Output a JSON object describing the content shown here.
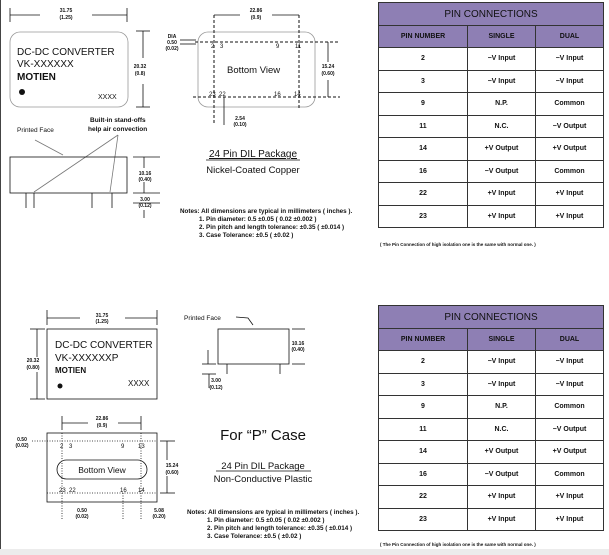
{
  "top": {
    "case_text": [
      "DC-DC CONVERTER",
      "VK-XXXXXX",
      "MOTIEN",
      "XXXX"
    ],
    "dims": {
      "w": "31.75",
      "w_in": "(1.25)",
      "h": "20.32",
      "h_in": "(0.8)",
      "dia_label": "DIA",
      "dia": "0.50",
      "dia_in": "(0.02)",
      "pitch_w": "22.86",
      "pitch_w_in": "(0.9)",
      "row": "15.24",
      "row_in": "(0.60)",
      "pin_pitch": "2.54",
      "pin_pitch_in": "(0.10)",
      "height": "10.16",
      "height_in": "(0.40)",
      "standoff": "3.00",
      "standoff_in": "(0.12)"
    },
    "printed_face": "Printed Face",
    "standoffs": [
      "Built-in stand-offs",
      "help air convection"
    ],
    "bottom_view": "Bottom View",
    "pins_top": [
      "2",
      "3",
      "9",
      "11"
    ],
    "pins_bottom": [
      "23",
      "22",
      "16",
      "14"
    ],
    "package": "24 Pin DIL Package",
    "material": "Nickel-Coated Copper",
    "notes": [
      "Notes: All dimensions are typical in millimeters ( inches ).",
      "1.  Pin diameter: 0.5 ±0.05 ( 0.02 ±0.002 )",
      "2.  Pin pitch and length tolerance:  ±0.35 ( ±0.014 )",
      "3.  Case Tolerance: ±0.5 ( ±0.02 )"
    ]
  },
  "bottom": {
    "case_text": [
      "DC-DC CONVERTER",
      "VK-XXXXXXP",
      "MOTIEN",
      "XXXX"
    ],
    "dims": {
      "w": "31.75",
      "w_in": "(1.25)",
      "h": "20.32",
      "h_in": "(0.80)",
      "height": "10.16",
      "height_in": "(0.40)",
      "standoff": "3.00",
      "standoff_in": "(0.12)",
      "pitch_w": "22.86",
      "pitch_w_in": "(0.9)",
      "offset": "0.50",
      "offset_in": "(0.02)",
      "row": "15.24",
      "row_in": "(0.60)",
      "pin_d": "0.50",
      "pin_d_in": "(0.02)",
      "end": "5.08",
      "end_in": "(0.20)"
    },
    "printed_face": "Printed Face",
    "bottom_view": "Bottom  View",
    "pins_top": [
      "2",
      "3",
      "9",
      "13"
    ],
    "pins_bottom": [
      "23",
      "22",
      "16",
      "14"
    ],
    "case_title": "For “P” Case",
    "package": "24 Pin DIL Package",
    "material": "Non-Conductive Plastic",
    "notes": [
      "Notes: All dimensions are typical in millimeters ( inches ).",
      "1.  Pin diameter: 0.5 ±0.05 ( 0.02 ±0.002 )",
      "2.  Pin pitch and length tolerance:  ±0.35 ( ±0.014 )",
      "3.  Case Tolerance: ±0.5 ( ±0.02 )"
    ]
  },
  "pin_table": {
    "title": "PIN CONNECTIONS",
    "headers": [
      "PIN NUMBER",
      "SINGLE",
      "DUAL"
    ],
    "rows": [
      [
        "2",
        "−V Input",
        "−V Input"
      ],
      [
        "3",
        "−V Input",
        "−V Input"
      ],
      [
        "9",
        "N.P.",
        "Common"
      ],
      [
        "11",
        "N.C.",
        "−V Output"
      ],
      [
        "14",
        "+V Output",
        "+V Output"
      ],
      [
        "16",
        "−V Output",
        "Common"
      ],
      [
        "22",
        "+V Input",
        "+V Input"
      ],
      [
        "23",
        "+V Input",
        "+V Input"
      ]
    ],
    "note": "( The Pin Connection of high isolation one is the same with normal one. )"
  },
  "colors": {
    "table_header": "#8e7fb4"
  }
}
